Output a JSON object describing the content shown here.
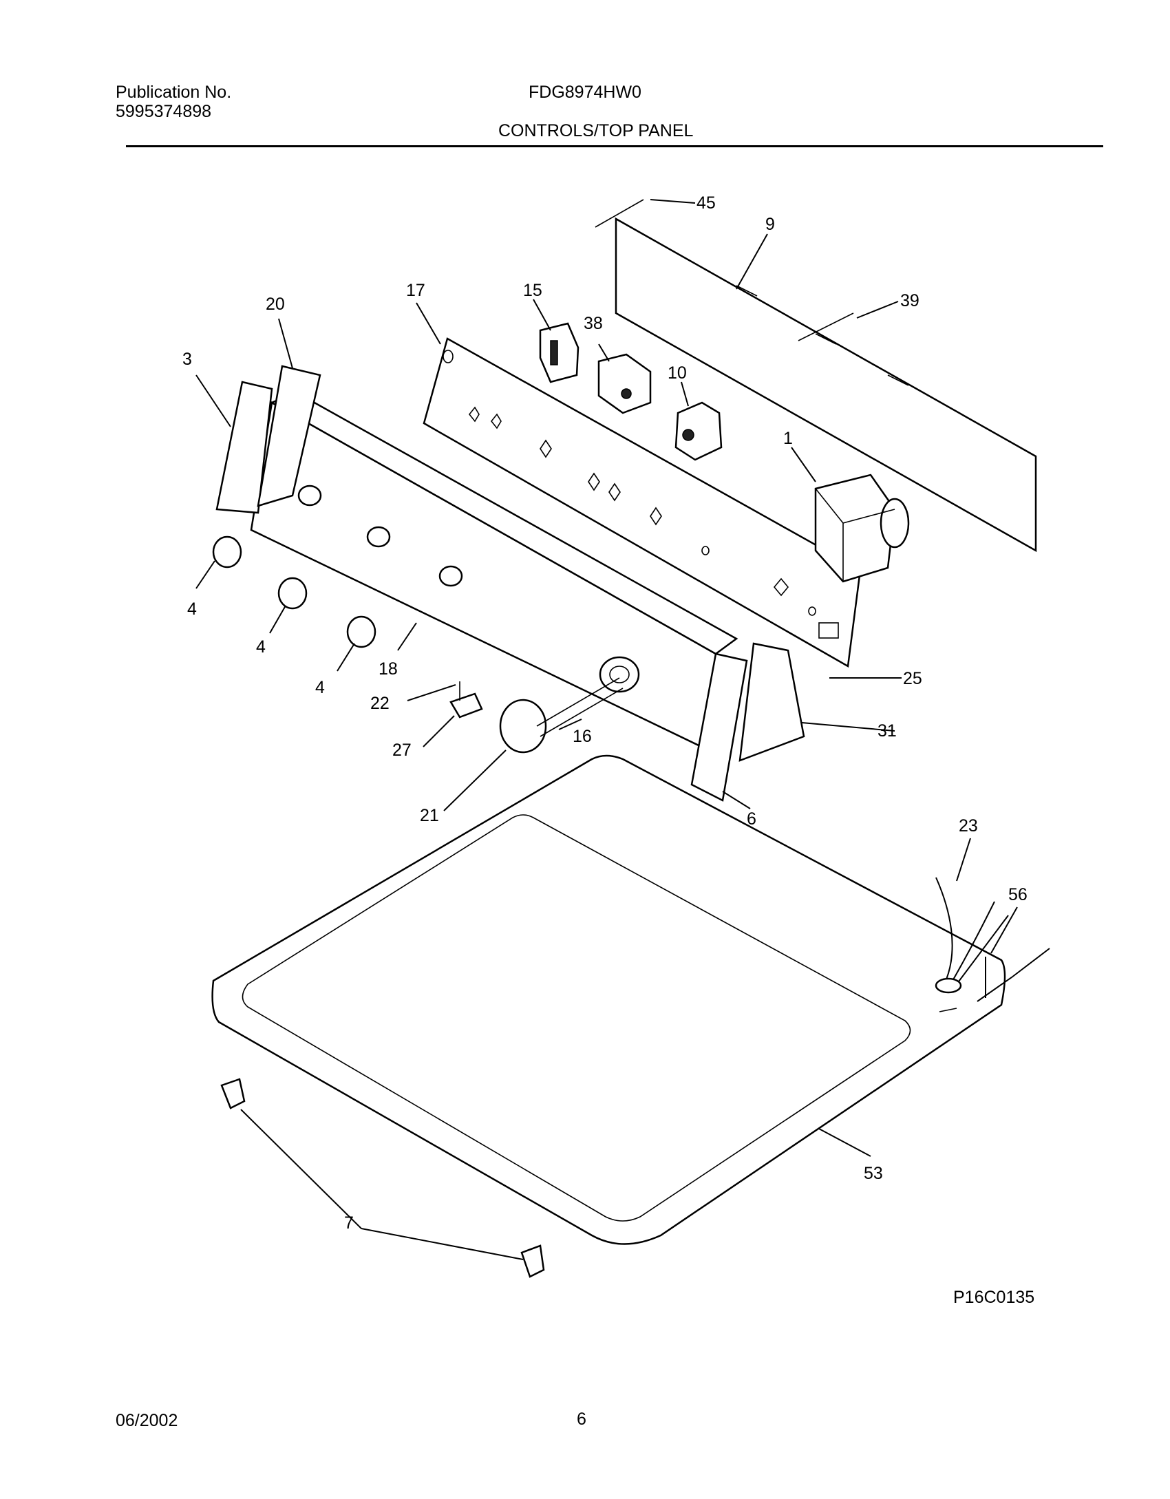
{
  "header": {
    "publication_label": "Publication No.",
    "publication_number": "5995374898",
    "model": "FDG8974HW0",
    "section_title": "CONTROLS/TOP PANEL"
  },
  "diagram": {
    "callouts": {
      "c45": "45",
      "c9": "9",
      "c39": "39",
      "c17": "17",
      "c15": "15",
      "c38": "38",
      "c20": "20",
      "c3": "3",
      "c10": "10",
      "c1": "1",
      "c4a": "4",
      "c4b": "4",
      "c4c": "4",
      "c18": "18",
      "c22": "22",
      "c16": "16",
      "c25": "25",
      "c31": "31",
      "c27": "27",
      "c21": "21",
      "c6": "6",
      "c23": "23",
      "c56": "56",
      "c53": "53",
      "c7": "7"
    },
    "figure_id": "P16C0135"
  },
  "footer": {
    "date": "06/2002",
    "page_number": "6"
  }
}
